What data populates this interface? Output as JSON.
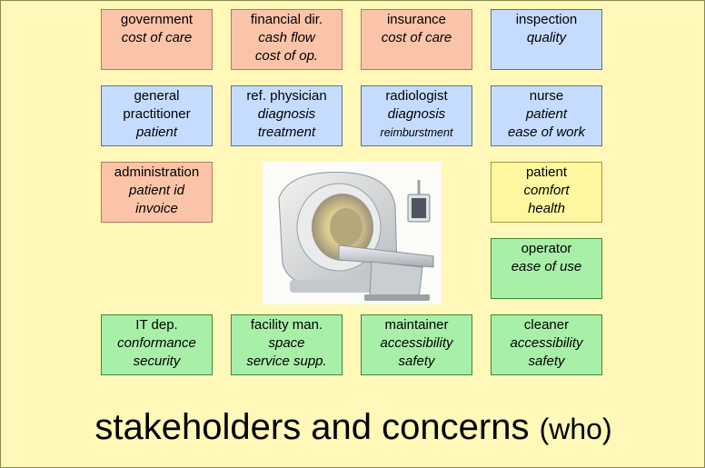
{
  "boxes": {
    "government": {
      "title": "government",
      "concerns": [
        "cost of care"
      ]
    },
    "financial": {
      "title": "financial dir.",
      "concerns": [
        "cash flow",
        "cost of op."
      ]
    },
    "insurance": {
      "title": "insurance",
      "concerns": [
        "cost of care"
      ]
    },
    "inspection": {
      "title": "inspection",
      "concerns": [
        "quality"
      ]
    },
    "gp": {
      "title_lines": [
        "general",
        "practitioner"
      ],
      "concerns": [
        "patient"
      ]
    },
    "physician": {
      "title": "ref. physician",
      "concerns": [
        "diagnosis",
        "treatment"
      ]
    },
    "radiologist": {
      "title": "radiologist",
      "concerns": [
        "diagnosis",
        "reimburstment"
      ]
    },
    "nurse": {
      "title": "nurse",
      "concerns": [
        "patient",
        "ease of work"
      ]
    },
    "administration": {
      "title": "administration",
      "concerns": [
        "patient id",
        "invoice"
      ]
    },
    "patient": {
      "title": "patient",
      "concerns": [
        "comfort",
        "health"
      ]
    },
    "operator": {
      "title": "operator",
      "concerns": [
        "ease of use"
      ]
    },
    "it": {
      "title": "IT dep.",
      "concerns": [
        "conformance",
        "security"
      ]
    },
    "facility": {
      "title": "facility man.",
      "concerns": [
        "space",
        "service supp."
      ]
    },
    "maintainer": {
      "title": "maintainer",
      "concerns": [
        "accessibility",
        "safety"
      ]
    },
    "cleaner": {
      "title": "cleaner",
      "concerns": [
        "accessibility",
        "safety"
      ]
    }
  },
  "caption": {
    "main": "stakeholders and concerns",
    "who": "(who)"
  },
  "colors": {
    "background": "#fff8b8",
    "red": "#fbc4a8",
    "blue": "#c6dcff",
    "yellow": "#fff7a0",
    "green": "#a8f0a8"
  }
}
